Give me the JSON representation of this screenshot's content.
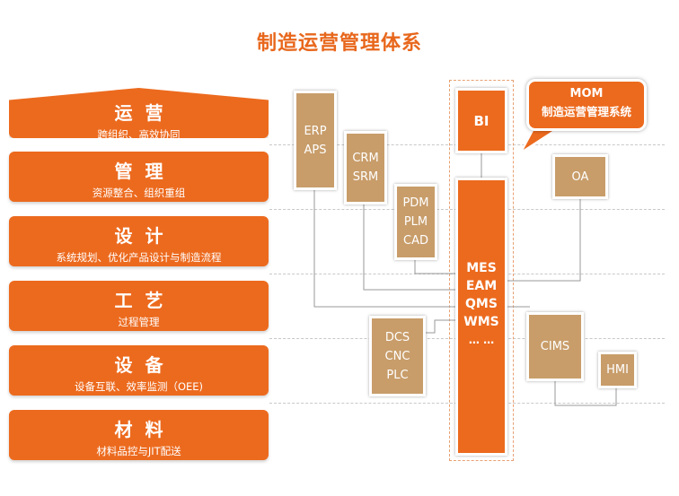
{
  "title": "制造运营管理体系",
  "layers": [
    {
      "title": "运营",
      "subtitle": "跨组织、高效协同"
    },
    {
      "title": "管理",
      "subtitle": "资源整合、组织重组"
    },
    {
      "title": "设计",
      "subtitle": "系统规划、优化产品设计与制造流程"
    },
    {
      "title": "工艺",
      "subtitle": "过程管理"
    },
    {
      "title": "设备",
      "subtitle": "设备互联、效率监测（OEE)"
    },
    {
      "title": "材料",
      "subtitle": "材料品控与JIT配送"
    }
  ],
  "systems": {
    "erp": [
      "ERP",
      "APS"
    ],
    "crm": [
      "CRM",
      "SRM"
    ],
    "pdm": [
      "PDM",
      "PLM",
      "CAD"
    ],
    "dcs": [
      "DCS",
      "CNC",
      "PLC"
    ],
    "bi": "BI",
    "mes": [
      "MES",
      "EAM",
      "QMS",
      "WMS",
      "… …"
    ],
    "oa": "OA",
    "cims": "CIMS",
    "hmi": "HMI"
  },
  "callout": {
    "line1": "MOM",
    "line2": "制造运营管理系统"
  },
  "colors": {
    "orange": "#ec6a1e",
    "tan": "#c89d6a",
    "title": "#e8671c"
  }
}
